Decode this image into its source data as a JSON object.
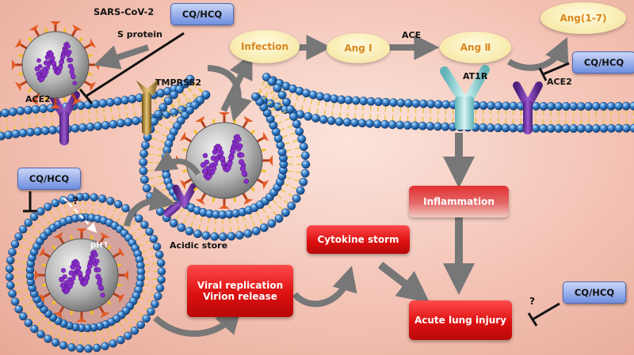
{
  "labels": {
    "sars_cov_2": "SARS-CoV-2",
    "s_protein": "S protein",
    "tmprss2": "TMPRSS2",
    "ace2_left": "ACE2",
    "ace2_right": "ACE2",
    "at1r": "AT1R",
    "ace": "ACE",
    "acidic_store": "Acidic store",
    "ph": "pH↑",
    "question_top": "?",
    "question_bottom": "?"
  },
  "drug_boxes": {
    "top": "CQ/HCQ",
    "right": "CQ/HCQ",
    "left": "CQ/HCQ",
    "bottom_right": "CQ/HCQ"
  },
  "pathway": {
    "infection": "Infection",
    "ang1": "Ang Ⅰ",
    "ang2": "Ang Ⅱ",
    "ang17": "Ang(1-7)"
  },
  "outcomes": {
    "cytokine_storm": "Cytokine storm",
    "inflammation": "Inflammation",
    "viral_replication": "Viral replication",
    "virion_release": "Virion release",
    "acute_lung_injury": "Acute lung injury"
  },
  "colors": {
    "membrane_bead": "#2a6fb5",
    "tail": "#e8c23a",
    "virus_spike": "#d9541e",
    "virus_rna": "#8b2fc9",
    "ace2": "#7b3aa8",
    "arrow": "#777777"
  }
}
